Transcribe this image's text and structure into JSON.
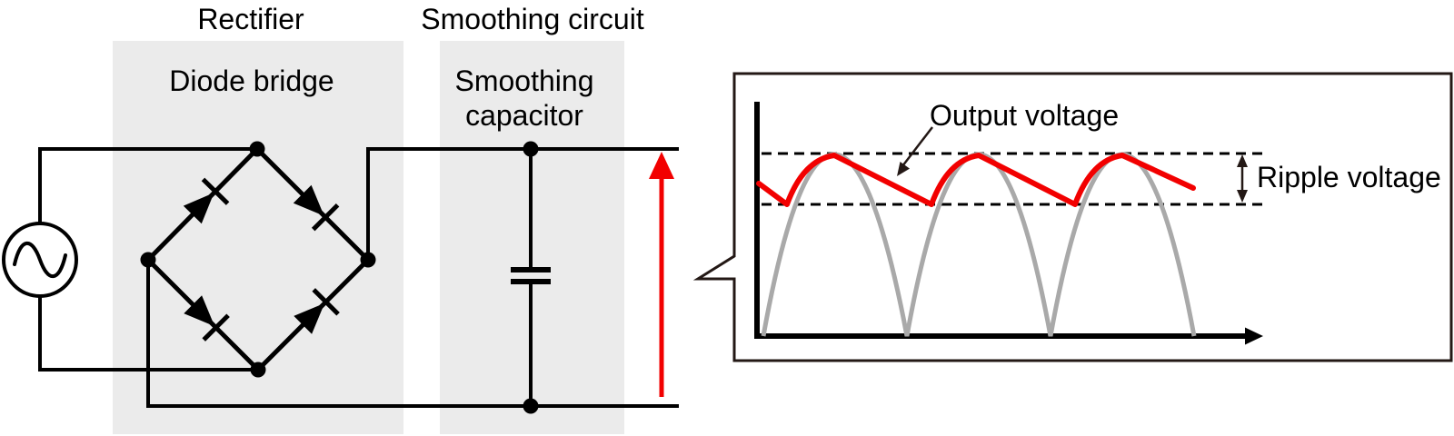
{
  "colors": {
    "accent_red": "#f20000",
    "waveform_gray": "#a9a9a9",
    "region_fill": "#ebebeb",
    "ink": "#000000",
    "callout_ink": "#231815"
  },
  "circuit": {
    "stage1_title": "Rectifier",
    "stage1_component": "Diode bridge",
    "stage2_title": "Smoothing circuit",
    "stage2_component_line1": "Smoothing",
    "stage2_component_line2": "capacitor"
  },
  "waveform_panel": {
    "output_voltage_label": "Output voltage",
    "ripple_voltage_label": "Ripple voltage"
  },
  "icons": {
    "ac_source": "circle-sine",
    "diode": "triangle-with-cathode-bar",
    "capacitor": "parallel-plates",
    "output_arrow": "red-up-arrow",
    "x_axis_arrow": "right-arrow",
    "ripple_span_arrow": "vertical-double-arrow",
    "callout": "speech-bubble-left-tail"
  }
}
